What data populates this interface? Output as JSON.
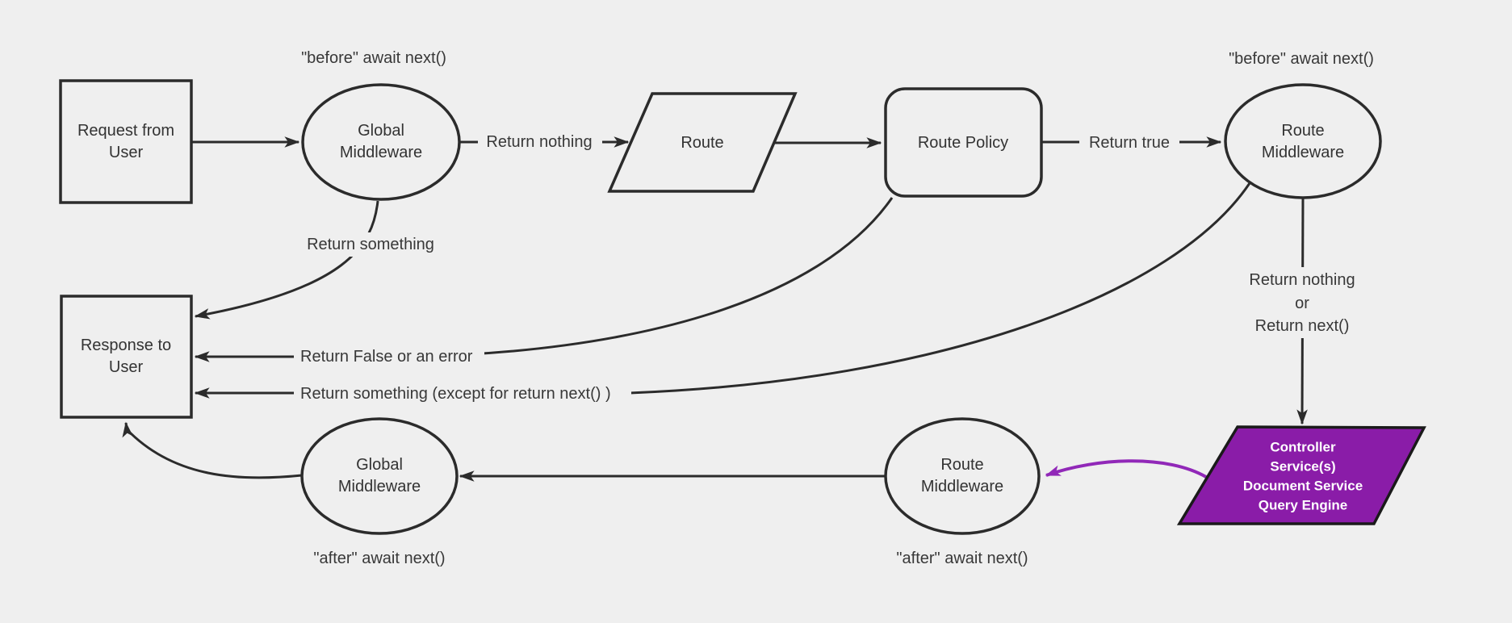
{
  "colors": {
    "background": "#efefef",
    "stroke": "#2b2b2b",
    "text": "#333333",
    "purple_fill": "#8a1ca8",
    "purple_border": "#1a1a1a",
    "purple_arrow": "#9128b8"
  },
  "nodes": {
    "request": {
      "lines": [
        "Request from",
        "User"
      ]
    },
    "global_middleware_top": {
      "lines": [
        "Global",
        "Middleware"
      ]
    },
    "route": {
      "label": "Route"
    },
    "route_policy": {
      "label": "Route Policy"
    },
    "route_middleware_top": {
      "lines": [
        "Route",
        "Middleware"
      ]
    },
    "response": {
      "lines": [
        "Response to",
        "User"
      ]
    },
    "global_middleware_bottom": {
      "lines": [
        "Global",
        "Middleware"
      ]
    },
    "route_middleware_bottom": {
      "lines": [
        "Route",
        "Middleware"
      ]
    },
    "controller_services": {
      "lines": [
        "Controller",
        "Service(s)",
        "Document Service",
        "Query Engine"
      ]
    }
  },
  "edge_labels": {
    "before_await_next_left": "\"before\" await next()",
    "before_await_next_right": "\"before\" await next()",
    "return_nothing": "Return nothing",
    "return_true": "Return true",
    "return_something": "Return something",
    "return_false_or_error": "Return False or an error",
    "return_something_except": "Return something (except for return next() )",
    "return_nothing_or": [
      "Return nothing",
      "or",
      "Return next()"
    ],
    "after_await_next_left": "\"after\" await next()",
    "after_await_next_right": "\"after\" await next()"
  }
}
